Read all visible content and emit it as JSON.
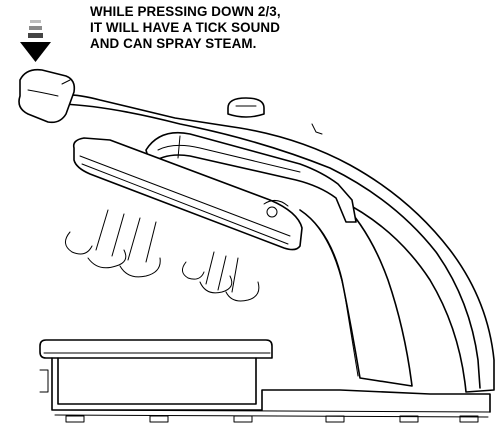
{
  "instruction": {
    "lines": [
      "WHILE PRESSING DOWN 2/3,",
      "IT WILL HAVE A TICK SOUND",
      "AND CAN SPRAY STEAM."
    ]
  },
  "illustration": {
    "subject": "garment-steamer-press",
    "arrow_direction": "down",
    "steam_puffs": 2
  }
}
